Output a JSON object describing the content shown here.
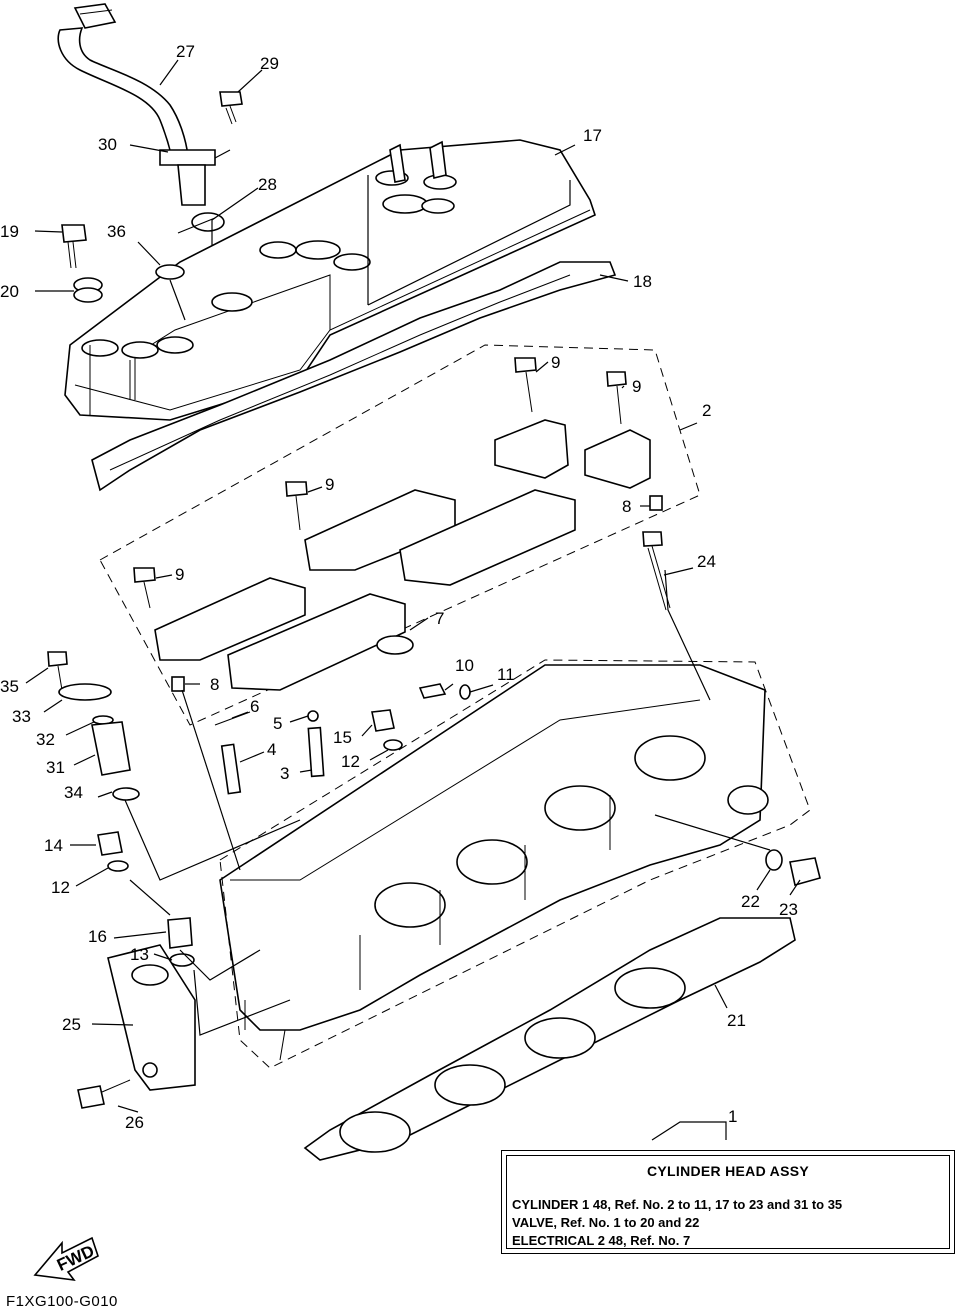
{
  "callouts": [
    "1",
    "2",
    "3",
    "4",
    "5",
    "6",
    "7",
    "8",
    "8",
    "9",
    "9",
    "9",
    "9",
    "10",
    "11",
    "12",
    "12",
    "13",
    "14",
    "15",
    "16",
    "17",
    "18",
    "19",
    "20",
    "21",
    "22",
    "23",
    "24",
    "25",
    "26",
    "27",
    "28",
    "29",
    "30",
    "31",
    "32",
    "33",
    "34",
    "35",
    "36"
  ],
  "info_box": {
    "title": "CYLINDER HEAD ASSY",
    "line1": "CYLINDER 1  48, Ref. No. 2 to 11, 17 to 23 and 31 to 35",
    "line2": "VALVE,  Ref. No. 1 to 20 and 22",
    "line3": "ELECTRICAL 2 48, Ref. No. 7"
  },
  "fwd_label": "FWD",
  "diagram_code": "F1XG100-G010"
}
